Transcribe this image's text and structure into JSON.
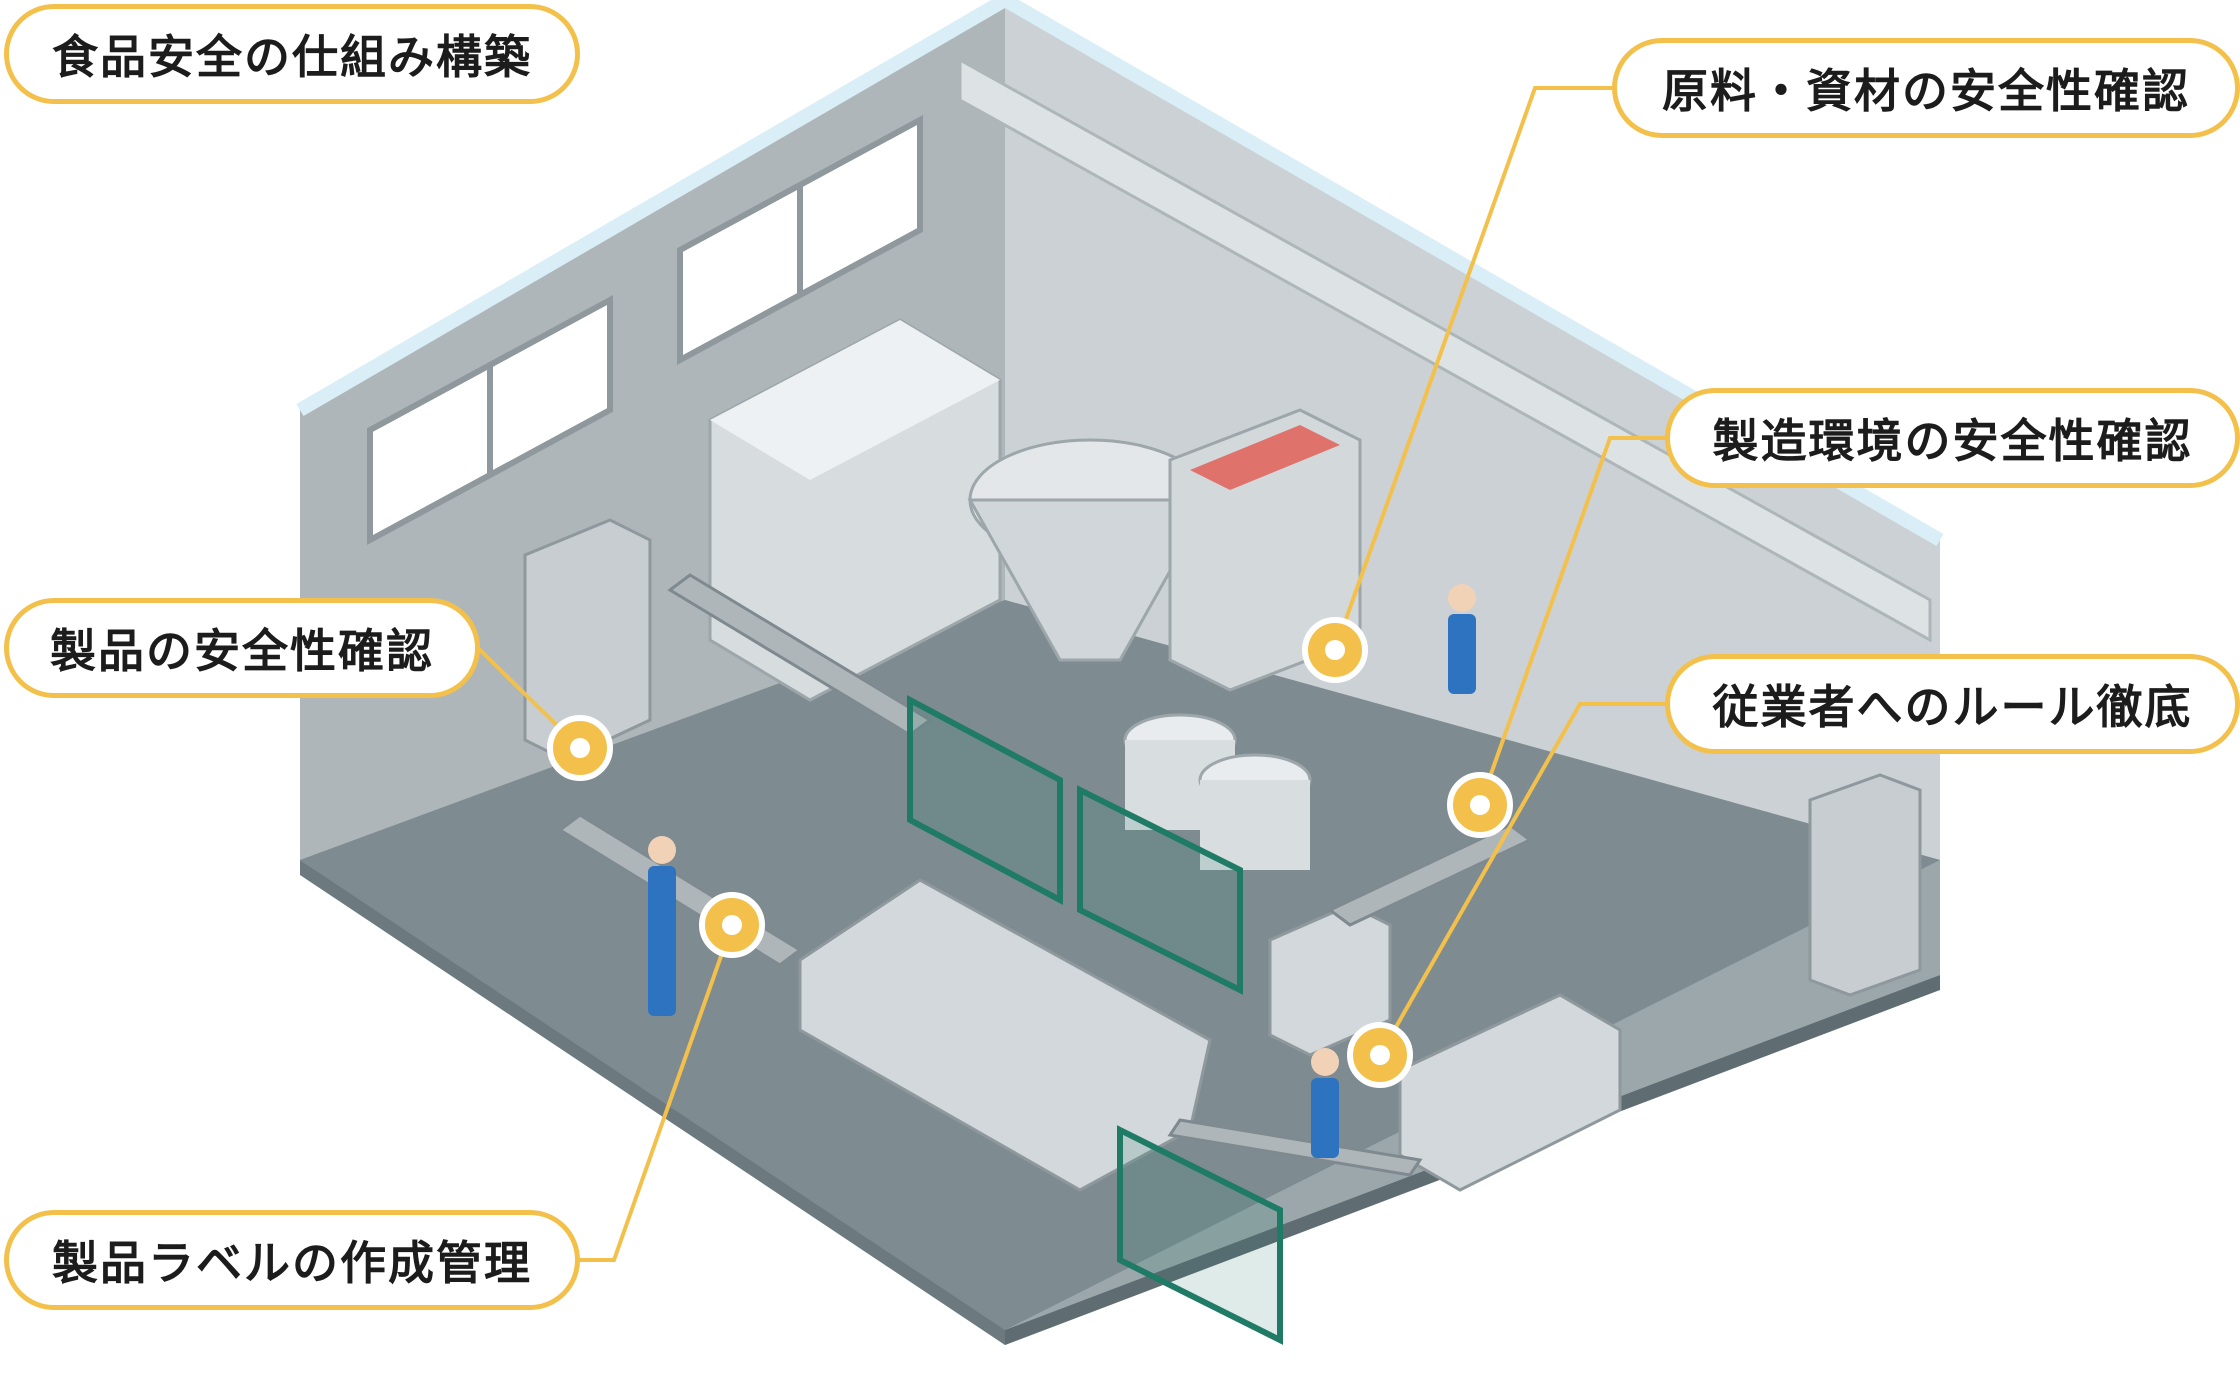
{
  "title": "食品安全の仕組み構築",
  "labels": {
    "raw_materials": "原料・資材の安全性確認",
    "environment": "製造環境の安全性確認",
    "product": "製品の安全性確認",
    "employees": "従業者へのルール徹底",
    "label_management": "製品ラベルの作成管理"
  },
  "colors": {
    "accent": "#F3C14B",
    "wall": "#B7BEC2",
    "floor": "#7F8E94",
    "fence": "#1F7A66",
    "uniform": "#2E73C0"
  }
}
